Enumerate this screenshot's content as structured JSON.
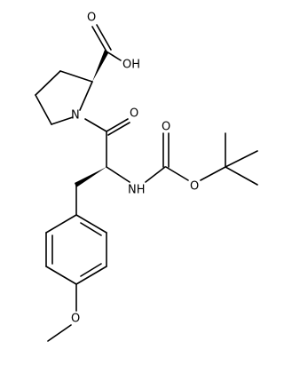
{
  "molecule": {
    "atoms": {
      "hydroxyl": "OH",
      "carboxyl_oxygen": "O",
      "ring_nitrogen": "N",
      "amide_oxygen": "O",
      "amide_nh": "NH",
      "carbamate_oxygen": "O",
      "ester_oxygen": "O",
      "methoxy_oxygen": "O"
    }
  }
}
